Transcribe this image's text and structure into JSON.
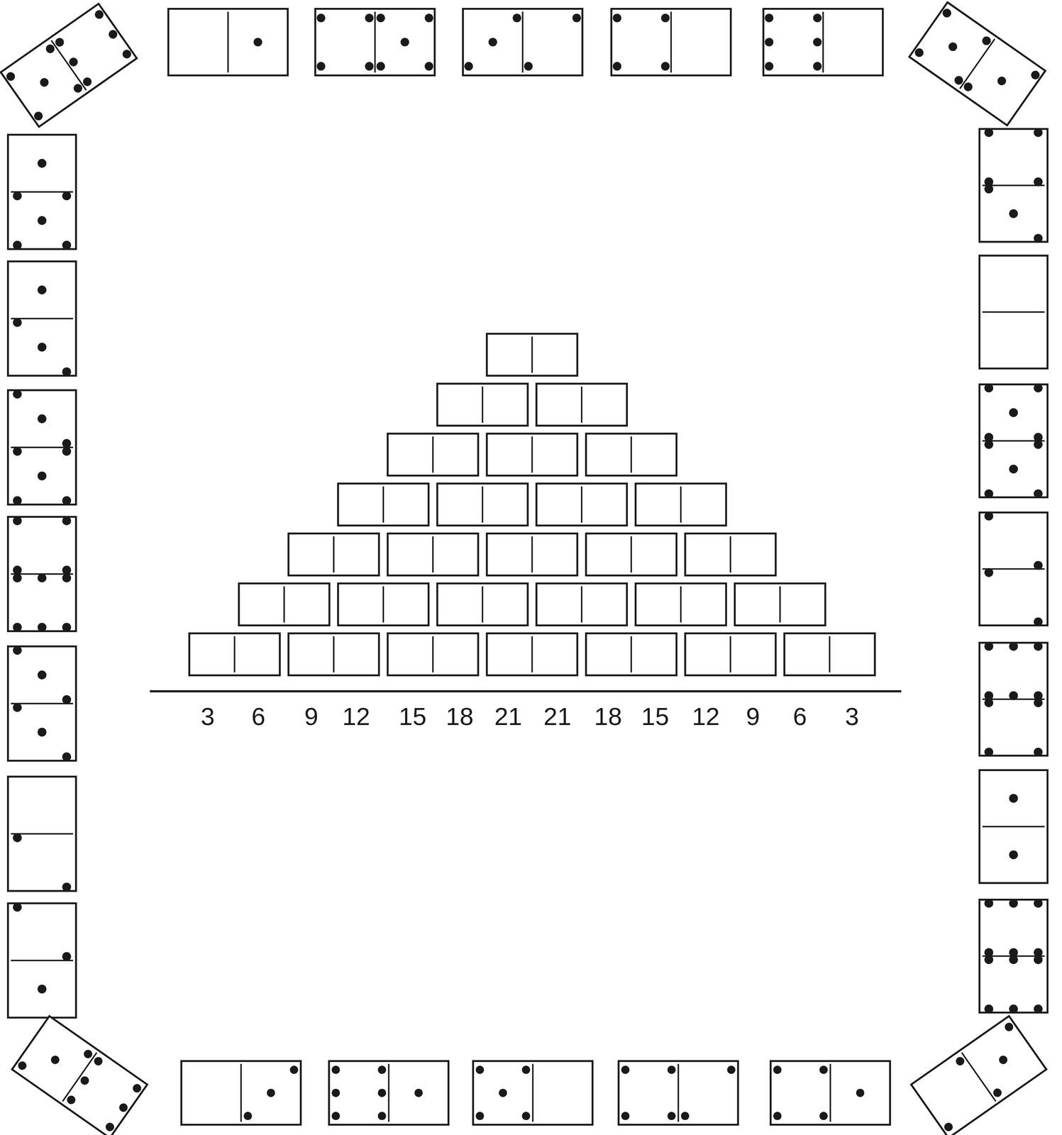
{
  "diagram": {
    "labels": [
      "3",
      "6",
      "9",
      "12",
      "15",
      "18",
      "21",
      "21",
      "18",
      "15",
      "12",
      "9",
      "6",
      "3"
    ]
  }
}
